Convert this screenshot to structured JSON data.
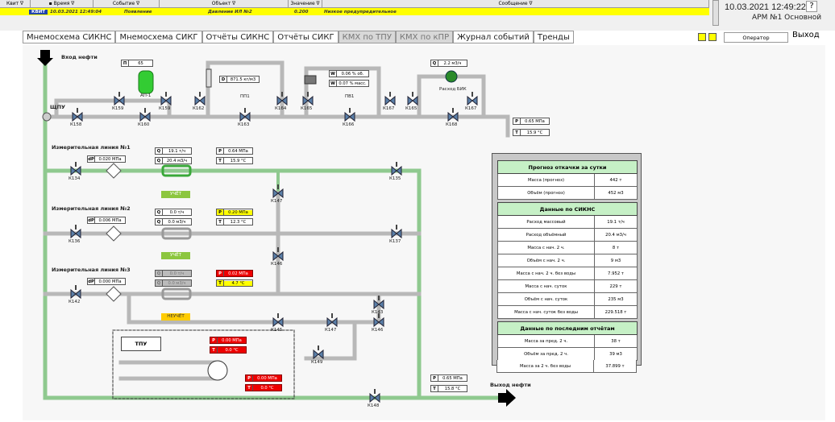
{
  "header": {
    "columns": [
      "Квит ∇",
      "▪ Время ∇",
      "Событие ∇",
      "Объект ∇",
      "Значение ∇",
      "Сообщение ∇"
    ],
    "event": {
      "tag": "КВИТ",
      "time": "10.03.2021 12:49:04",
      "event": "Появление",
      "object": "Давление ИЛ №2",
      "value": "0.200",
      "message": "Низкое предупредительное"
    },
    "clock": "10.03.2021 12:49:22",
    "help": "?",
    "arm": "АРМ №1 Основной",
    "operator": "Оператор",
    "exit": "Выход"
  },
  "tabs": [
    {
      "label": "Мнемосхема СИКНС",
      "enabled": true
    },
    {
      "label": "Мнемосхема СИКГ",
      "enabled": true
    },
    {
      "label": "Отчёты СИКНС",
      "enabled": true
    },
    {
      "label": "Отчёты СИКГ",
      "enabled": true
    },
    {
      "label": "КМХ по ТПУ",
      "enabled": false
    },
    {
      "label": "КМХ по кПР",
      "enabled": false
    },
    {
      "label": "Журнал событий",
      "enabled": true
    },
    {
      "label": "Тренды",
      "enabled": true
    }
  ],
  "scheme": {
    "oil_in": "Вход нефти",
    "oil_out": "Выход нефти",
    "shpu": "ЩПУ",
    "ap1": "АП-1",
    "pp1": "ПП1",
    "pv1": "ПВ1",
    "bik": "Расход БИК",
    "tpu": "ТПУ",
    "p_label": "П",
    "p_value": "65",
    "d_value": "871.5 кг/м3",
    "w1": "0.06 % об.",
    "w2": "0.07 % масс.",
    "q_bik": "2.2 м3/ч",
    "p_top": "0.65 МПа",
    "t_top": "15.9 °С",
    "lines": [
      {
        "title": "Измерительная линия №1",
        "dp": "0.020 МПа",
        "q1": "19.1 т/ч",
        "q2": "20.4 м3/ч",
        "p": "0.64 МПа",
        "t": "15.9 °С",
        "status": "УЧЁТ"
      },
      {
        "title": "Измерительная линия №2",
        "dp": "0.006 МПа",
        "q1": "0.0 т/ч",
        "q2": "0.0 м3/ч",
        "p": "0.20 МПа",
        "t": "12.3 °С",
        "status": "УЧЁТ"
      },
      {
        "title": "Измерительная линия №3",
        "dp": "0.000 МПа",
        "q1": "0.0 т/ч",
        "q2": "0.0 м3/ч",
        "p": "0.02 МПа",
        "t": "4.7 °С",
        "status": "НЕУЧЁТ"
      }
    ],
    "tpu_p1": "0.00 МПа",
    "tpu_t1": "0.0 °С",
    "tpu_p2": "0.00 МПа",
    "tpu_t2": "0.0 °С",
    "out_p": "0.65 МПа",
    "out_t": "15.8 °С",
    "valves": [
      "К158",
      "К159",
      "К160",
      "К159",
      "К162",
      "К163",
      "К164",
      "К165",
      "К166",
      "К167",
      "К165",
      "К168",
      "К167",
      "К134",
      "К135",
      "К147",
      "К136",
      "К137",
      "К146",
      "К142",
      "К143",
      "К145",
      "К147",
      "К146",
      "К149",
      "К148"
    ]
  },
  "panel": {
    "forecast_title": "Прогноз откачки за сутки",
    "forecast": [
      {
        "name": "Масса (прогноз)",
        "value": "442 т"
      },
      {
        "name": "Объём (прогноз)",
        "value": "452 м3"
      }
    ],
    "sikns_title": "Данные по СИКНС",
    "sikns": [
      {
        "name": "Расход массовый",
        "value": "19.1 т/ч"
      },
      {
        "name": "Расход объёмный",
        "value": "20.4 м3/ч"
      },
      {
        "name": "Масса с нач. 2 ч.",
        "value": "8 т"
      },
      {
        "name": "Объём с нач. 2 ч.",
        "value": "9 м3"
      },
      {
        "name": "Масса с нач. 2 ч. без воды",
        "value": "7.952 т"
      },
      {
        "name": "Масса с нач. суток",
        "value": "229 т"
      },
      {
        "name": "Объём с нач. суток",
        "value": "235 м3"
      },
      {
        "name": "Масса с нач. суток без воды",
        "value": "229.518 т"
      }
    ],
    "last_title": "Данные по последним отчётам",
    "last": [
      {
        "name": "Масса за пред. 2 ч.",
        "value": "38 т"
      },
      {
        "name": "Объём за пред. 2 ч.",
        "value": "39 м3"
      },
      {
        "name": "Масса за 2 ч. без воды",
        "value": "37.899 т"
      }
    ]
  },
  "colors": {
    "pipe_green": "#8fc98f",
    "pipe_gray": "#b8b8b8",
    "alarm_red": "#e00000",
    "warn_yellow": "#ffff00",
    "status_green": "#8cc63f",
    "status_yellow": "#ffcc00"
  }
}
